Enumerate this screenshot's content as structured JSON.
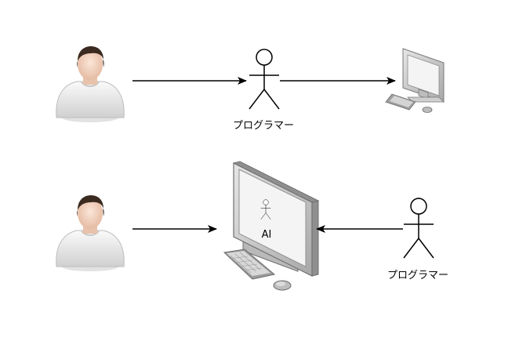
{
  "colors": {
    "line": "#000000",
    "skin": "#f2d2bf",
    "hair": "#3a2a20",
    "shirt": "#e8e8e8",
    "monitor_frame": "#d9d9d9",
    "monitor_dark": "#9a9a9a",
    "screen": "#f4f4f4"
  },
  "row1": {
    "user_icon": "person-photo-icon",
    "actor_label": "プログラマー",
    "target_icon": "computer-icon"
  },
  "row2": {
    "user_icon": "person-photo-icon",
    "screen_icon": "actor-stick-figure-icon",
    "screen_label": "AI",
    "actor_label": "プログラマー",
    "computer_icon": "computer-icon"
  }
}
